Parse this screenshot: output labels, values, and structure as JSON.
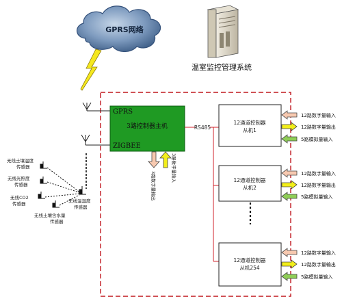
{
  "cloud": {
    "label": "GPRS网络"
  },
  "server": {
    "label": "温室监控管理系统"
  },
  "host": {
    "title": "3路控制器主机",
    "port_gprs": "GPRS",
    "port_zigbee": "ZIGBEE",
    "out_label": "3路数字量输出",
    "in_label": "3路数字量输入"
  },
  "bus": {
    "label": "RS485"
  },
  "slaves": [
    {
      "line1": "12通道控制器",
      "line2": "从机1"
    },
    {
      "line1": "12通道控制器",
      "line2": "从机2"
    },
    {
      "line1": "12通道控制器",
      "line2": "从机254"
    }
  ],
  "io": {
    "digital_in": "12路数字量输入",
    "digital_out": "12路数字量输出",
    "analog_in": "5路模拟量输入"
  },
  "sensors": {
    "soil_temp": [
      "无线土壤温度",
      "传感器"
    ],
    "light": [
      "无线光照度",
      "传感器"
    ],
    "co2": [
      "无线CO2",
      "传感器"
    ],
    "air": [
      "无线温湿度",
      "传感器"
    ],
    "soil_moisture": [
      "无线土壤含水量",
      "传感器"
    ]
  },
  "colors": {
    "dashed_border": "#c0181f",
    "host_fill": "#1f9a23",
    "cloud": "#5f7fa5",
    "lightning": "#f5e81e",
    "arrow_in": "#f7c9b0",
    "arrow_out": "#f2ee1a",
    "arrow_analog": "#8fce57"
  }
}
